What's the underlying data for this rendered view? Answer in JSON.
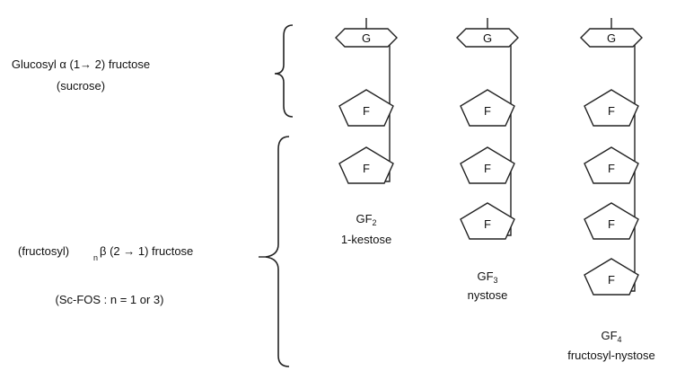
{
  "labels": {
    "sucrose_line1": "Glucosyl α (1→ 2) fructose",
    "sucrose_line2": "(sucrose)",
    "fos_prefix": "(fructosyl)",
    "fos_sub": "n",
    "fos_suffix": "β (2 → 1) fructose",
    "fos_note": "(Sc-FOS : n = 1 or 3)"
  },
  "ring_letters": {
    "glucose": "G",
    "fructose": "F"
  },
  "columns": [
    {
      "name_base": "GF",
      "name_sub": "2",
      "name": "1-kestose"
    },
    {
      "name_base": "GF",
      "name_sub": "3",
      "name": "nystose"
    },
    {
      "name_base": "GF",
      "name_sub": "4",
      "name": "fructosyl-nystose"
    }
  ]
}
